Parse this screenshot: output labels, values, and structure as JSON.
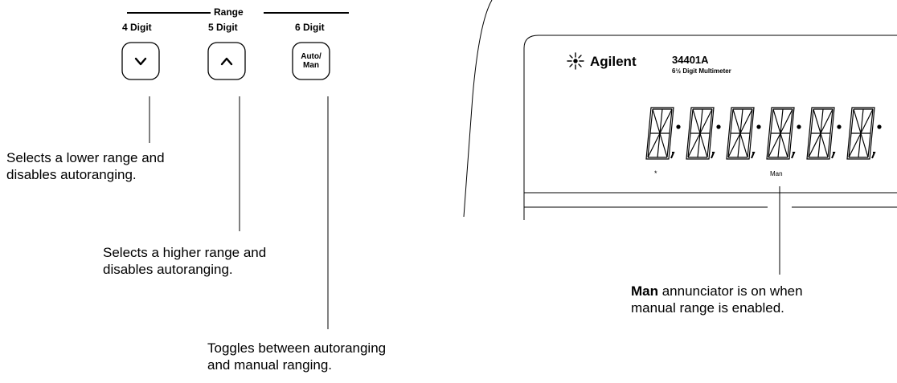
{
  "keypad": {
    "range_label": "Range",
    "keys": [
      {
        "digit_label": "4 Digit",
        "icon": "chevron-down-icon"
      },
      {
        "digit_label": "5 Digit",
        "icon": "chevron-up-icon"
      },
      {
        "digit_label": "6 Digit",
        "key_text_line1": "Auto/",
        "key_text_line2": "Man"
      }
    ]
  },
  "callouts": {
    "down": [
      "Selects a lower range and",
      "disables autoranging."
    ],
    "up": [
      "Selects a higher range and",
      "disables autoranging."
    ],
    "auto": [
      "Toggles between autoranging",
      "and manual ranging."
    ],
    "man_bold": "Man",
    "man_rest": " annunciator is on when",
    "man_line2": "manual range is enabled."
  },
  "display": {
    "brand": "Agilent",
    "model": "34401A",
    "subtitle": "6½ Digit Multimeter",
    "annunciator_star": "*",
    "annunciator_man": "Man"
  }
}
